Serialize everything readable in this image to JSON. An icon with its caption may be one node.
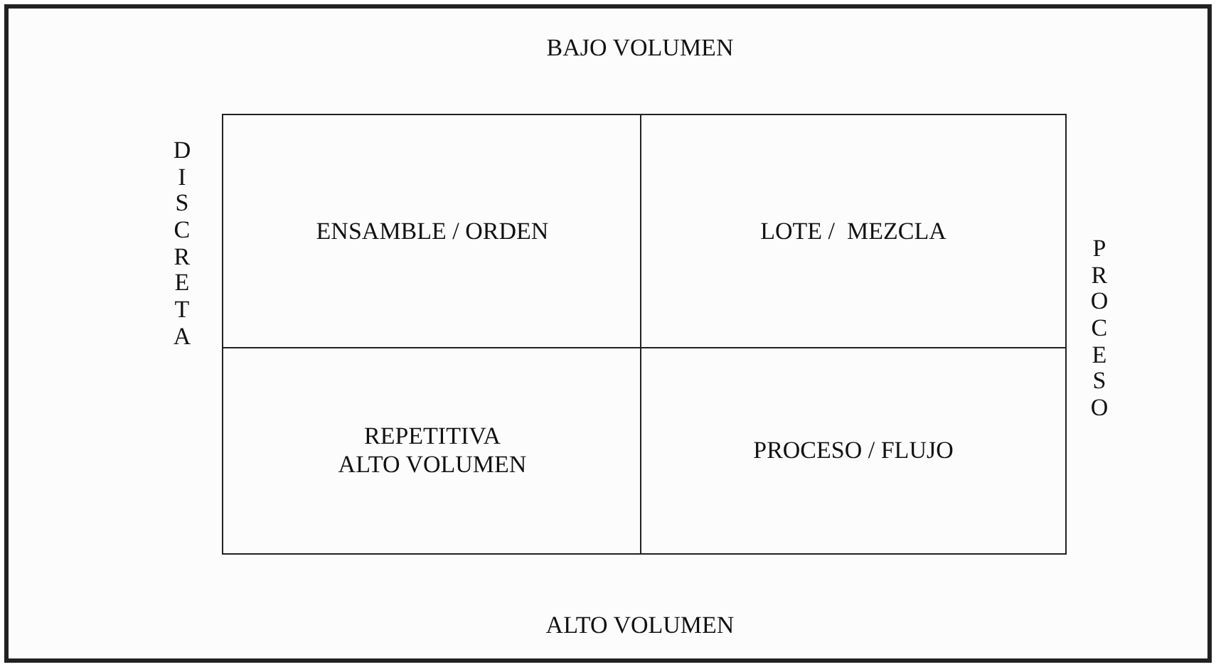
{
  "diagram": {
    "nodes": [
      {
        "text": [
          "ENSAMBLE / ORDEN"
        ]
      },
      {
        "text": [
          "LOTE /  MEZCLA"
        ]
      },
      {
        "text": [
          "REPETITIVA ALTO VOLUMEN"
        ]
      },
      {
        "text": [
          "PROCESO / FLUJO"
        ]
      }
    ],
    "labels": [
      "BAJO VOLUMEN",
      "DISCRETA",
      "PROCESO",
      "ALTO VOLUMEN"
    ]
  }
}
